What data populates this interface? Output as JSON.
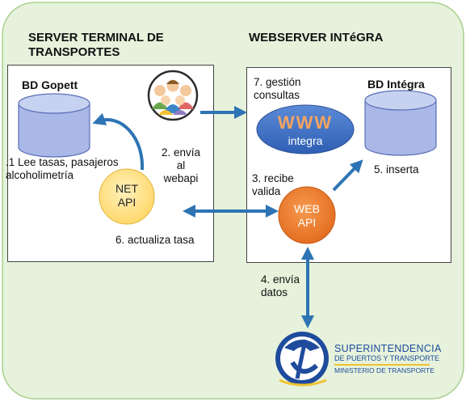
{
  "server_terminal": {
    "title_line1": "SERVER TERMINAL DE",
    "title_line2": "TRANSPORTES",
    "db_label": "BD Gopett",
    "step1_line1": ".1  Lee tasas, pasajeros",
    "step1_line2": "alcoholimetría",
    "net_api_line1": "NET",
    "net_api_line2": "API",
    "step2_line1": "2. envía",
    "step2_line2": "al",
    "step2_line3": "webapi",
    "step6": "6. actualiza tasa"
  },
  "webserver": {
    "title": "WEBSERVER INTéGRA",
    "step7_line1": "7. gestión",
    "step7_line2": "consultas",
    "db_label": "BD Intégra",
    "www_label": "WWW",
    "www_sub": "integra",
    "step3_line1": "3. recibe",
    "step3_line2": "valida",
    "step5": "5. inserta",
    "web_api_line1": "WEB",
    "web_api_line2": "API"
  },
  "step4_line1": "4. envía",
  "step4_line2": "datos",
  "logo": {
    "line1": "SUPERINTENDENCIA",
    "line2": "DE PUERTOS Y TRANSPORTE",
    "line3": "MINISTERIO DE TRANSPORTE"
  },
  "icons": [
    "users-icon",
    "database-icon",
    "globe-www-icon",
    "logo-seal-icon"
  ],
  "colors": {
    "background_panel": "#e6f2db",
    "panel_border": "#a9cf8e",
    "cylinder_fill": "#a9b8e6",
    "cylinder_stroke": "#5b6fb8",
    "arrow_blue": "#2e74b5",
    "net_api_fill": "#ffe08a",
    "web_api_fill": "#ec7a2b",
    "www_fill": "#4472c4",
    "logo_blue": "#1e4b9c"
  }
}
